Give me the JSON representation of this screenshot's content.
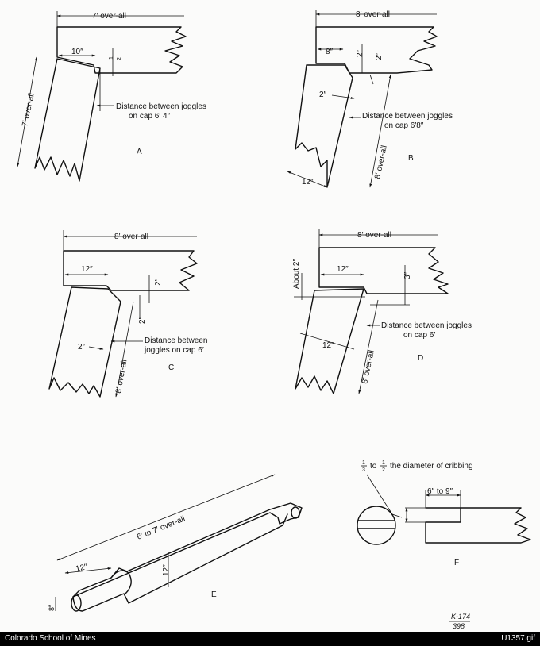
{
  "figures": {
    "A": {
      "letter": "A",
      "overall_top": "7′ over-all",
      "overall_side": "7′ over-all",
      "joggle_len": "10″",
      "depth_whole": "1",
      "depth_frac": "2",
      "note_line1": "Distance between joggles",
      "note_line2": "on cap 6′ 4″"
    },
    "B": {
      "letter": "B",
      "overall_top": "8′ over-all",
      "overall_side": "8′ over-all",
      "joggle_len": "8″",
      "depth_a": "2″",
      "depth_b": "2″",
      "post_depth": "2″",
      "width": "12″",
      "note_line1": "Distance between joggles",
      "note_line2": "on cap 6′8″"
    },
    "C": {
      "letter": "C",
      "overall_top": "8′ over-all",
      "overall_side": "8′ over-all",
      "joggle_len": "12″",
      "depth_a": "2″",
      "depth_b": "2″",
      "post_depth": "2″",
      "note_line1": "Distance between",
      "note_line2": "joggles on cap 6′"
    },
    "D": {
      "letter": "D",
      "overall_top": "8′ over-all",
      "overall_side": "8′ over-all",
      "about": "About 2″",
      "joggle_len": "12″",
      "depth": "3″",
      "width": "12″",
      "note_line1": "Distance between joggles",
      "note_line2": "on cap 6′"
    },
    "E": {
      "letter": "E",
      "overall": "6′ to 7′ over-all",
      "end_len": "12″",
      "diameter": "12″",
      "notch": "8″"
    },
    "F": {
      "letter": "F",
      "frac1_num": "1",
      "frac1_den": "3",
      "to": "to",
      "frac2_num": "1",
      "frac2_den": "2",
      "note": "the diameter of cribbing",
      "length": "6″ to 9″"
    }
  },
  "catalog_mark_top": "K-174",
  "catalog_mark_bottom": "398",
  "footer": {
    "left": "Colorado School of Mines",
    "right": "U1357.gif"
  }
}
